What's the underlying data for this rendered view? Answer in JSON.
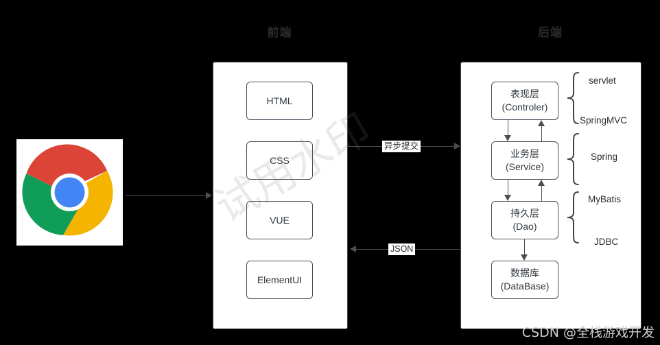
{
  "sections": {
    "frontend_title": "前端",
    "backend_title": "后端"
  },
  "frontend": {
    "nodes": [
      {
        "label": "HTML"
      },
      {
        "label": "CSS"
      },
      {
        "label": "VUE"
      },
      {
        "label": "ElementUI"
      }
    ]
  },
  "backend": {
    "nodes": [
      {
        "line1": "表现层",
        "line2": "(Controler)"
      },
      {
        "line1": "业务层",
        "line2": "(Service)"
      },
      {
        "line1": "持久层",
        "line2": "(Dao)"
      },
      {
        "line1": "数据库",
        "line2": "(DataBase)"
      }
    ],
    "brace_groups": [
      {
        "top_label": "servlet",
        "bottom_label": "SpringMVC"
      },
      {
        "top_label": "Spring",
        "bottom_label": ""
      },
      {
        "top_label": "MyBatis",
        "bottom_label": "JDBC"
      }
    ]
  },
  "edges": {
    "request_label": "异步提交",
    "response_label": "JSON"
  },
  "browser": {
    "icon_name": "chrome-logo",
    "colors": {
      "red": "#DB4437",
      "yellow": "#F4B400",
      "green": "#0F9D58",
      "blue": "#4285F4",
      "white": "#FFFFFF"
    }
  },
  "watermarks": {
    "diagonal": "试用水印",
    "corner": "CSDN @全栈游戏开发"
  }
}
